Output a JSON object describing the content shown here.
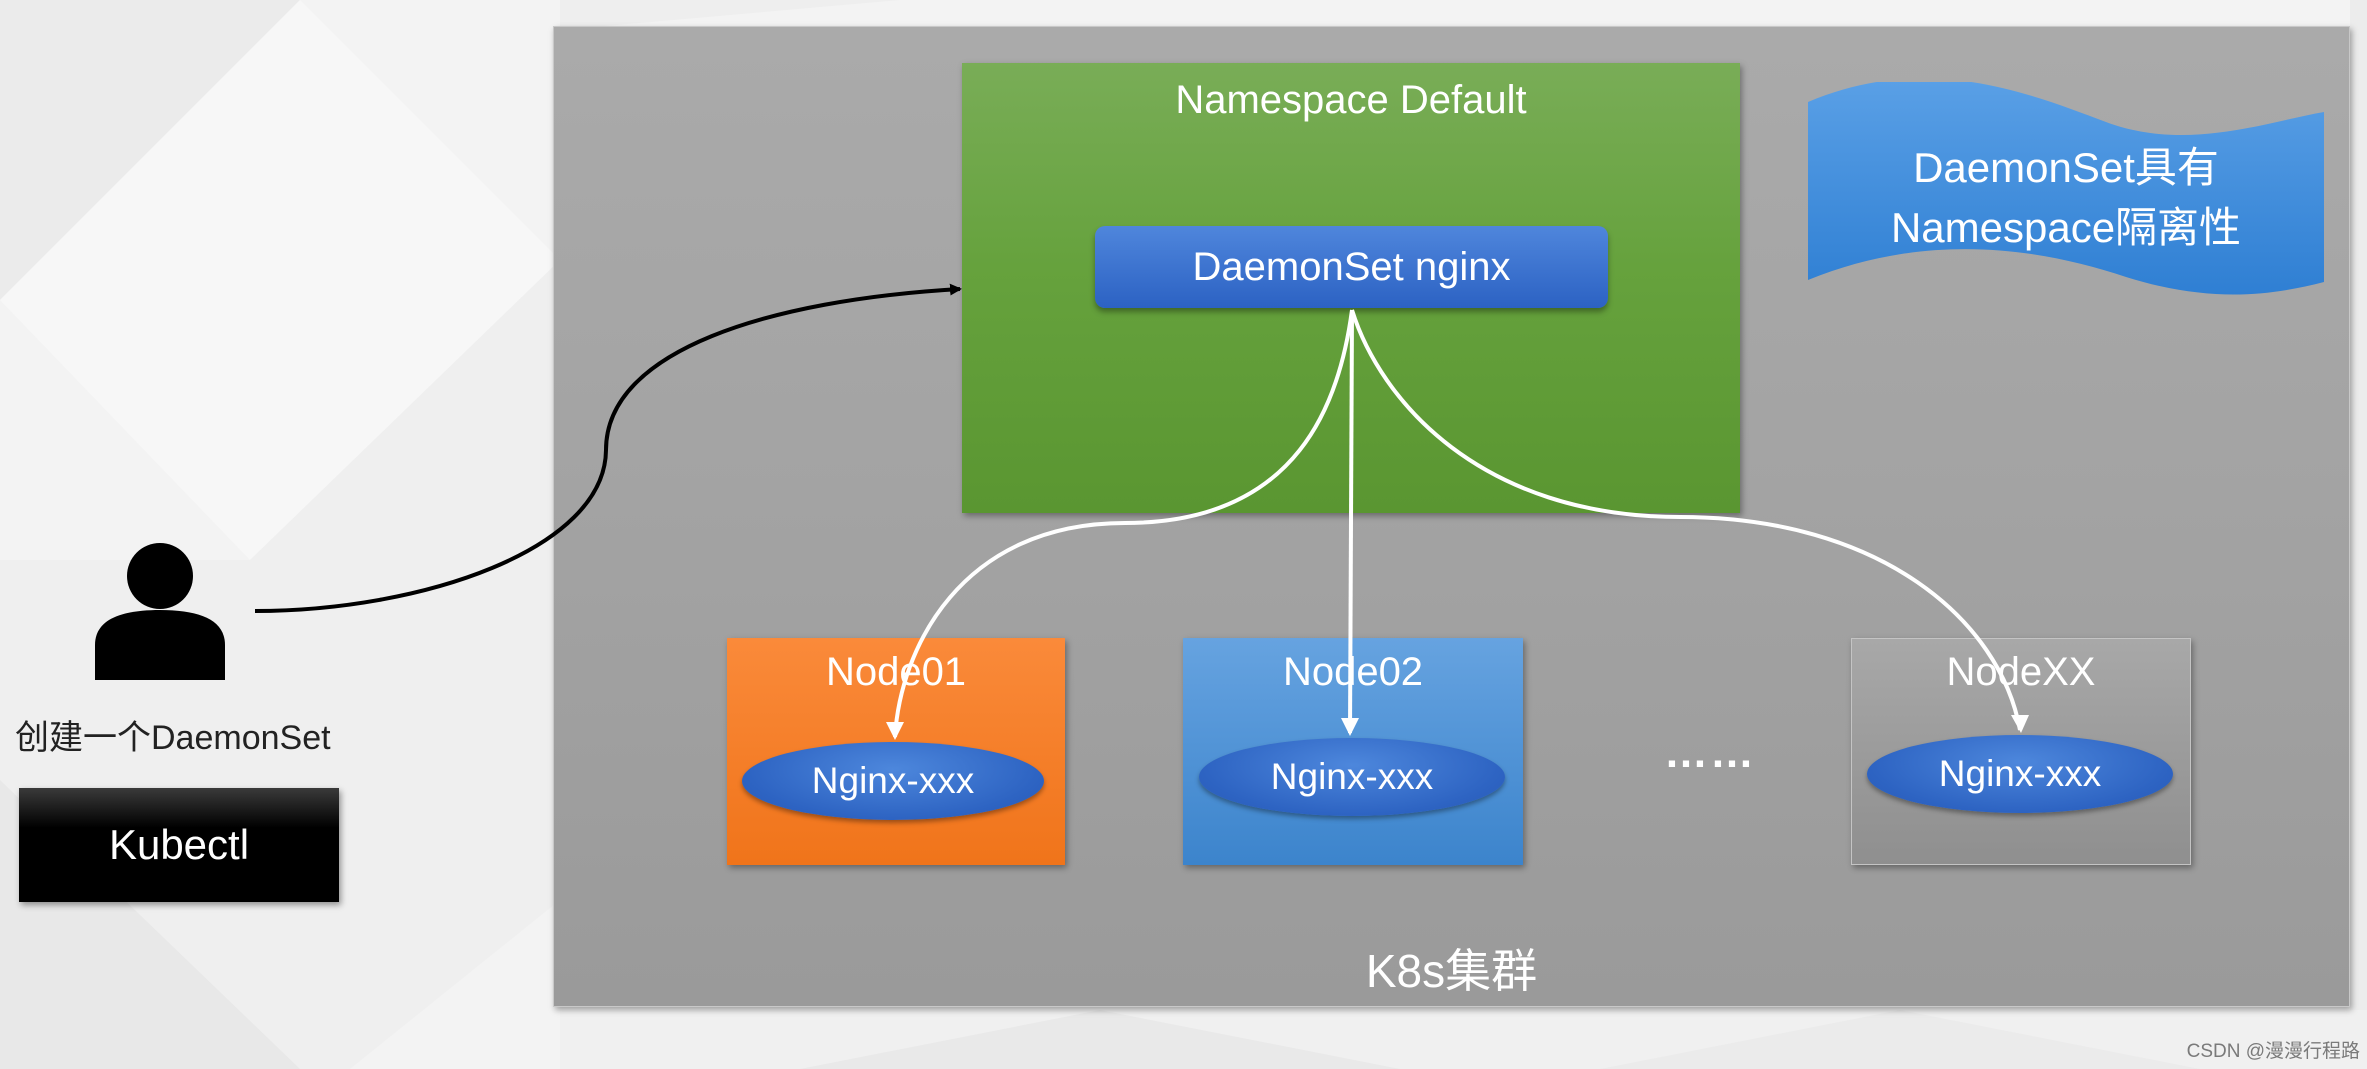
{
  "user": {
    "action_label": "创建一个DaemonSet",
    "icon": "person-icon"
  },
  "kubectl": {
    "label": "Kubectl"
  },
  "cluster": {
    "label": "K8s集群"
  },
  "namespace": {
    "label": "Namespace Default"
  },
  "daemonset": {
    "label": "DaemonSet nginx"
  },
  "banner": {
    "line1": "DaemonSet具有",
    "line2": "Namespace隔离性",
    "color": "#3d8ad9"
  },
  "nodes": [
    {
      "label": "Node01",
      "pod": "Nginx-xxx",
      "color": "#f47c22"
    },
    {
      "label": "Node02",
      "pod": "Nginx-xxx",
      "color": "#4a91d6"
    },
    {
      "label": "NodeXX",
      "pod": "Nginx-xxx",
      "color": "#9a9a9a"
    }
  ],
  "ellipsis": "……",
  "watermark": "CSDN @漫漫行程路",
  "colors": {
    "cluster": "#a6a6a6",
    "namespace": "#66a23d",
    "daemonset": "#2f67c8",
    "pod": "#2f67c8",
    "kubectl": "#000000"
  }
}
